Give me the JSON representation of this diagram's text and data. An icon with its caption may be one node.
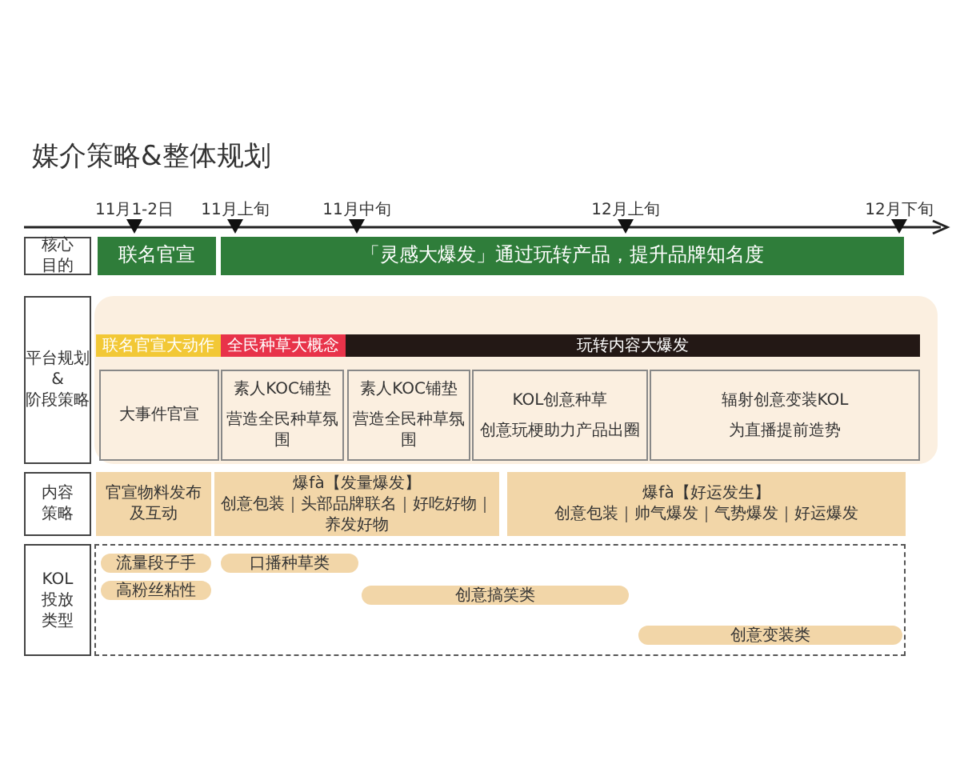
{
  "diagram": {
    "title": "媒介策略&整体规划",
    "nodes": [
      {
        "text": [
          "核心目的"
        ]
      },
      {
        "text": [
          "联名官宣"
        ]
      },
      {
        "text": [
          "「灵感大爆发」通过玩转产品，提升品牌知名度"
        ]
      },
      {
        "text": [
          "平台规划 & 阶段策略"
        ]
      },
      {
        "text": [],
        "shape": "box"
      },
      {
        "text": [
          "联名官宣大动作"
        ],
        "in": 4
      },
      {
        "text": [
          "全民种草大概念"
        ],
        "in": 4
      },
      {
        "text": [
          "玩转内容大爆发"
        ],
        "in": 4
      },
      {
        "text": [
          "大事件官宣"
        ],
        "in": 4
      },
      {
        "text": [
          "素人KOC铺垫",
          "营造全民种草氛围"
        ],
        "in": 4
      },
      {
        "text": [
          "素人KOC铺垫",
          "营造全民种草氛围"
        ],
        "in": 4
      },
      {
        "text": [
          "KOL创意种草",
          "创意玩梗助力产品出圈"
        ],
        "in": 4
      },
      {
        "text": [
          "辐射创意变装KOL",
          "为直播提前造势"
        ],
        "in": 4
      },
      {
        "text": [
          "内容策略"
        ]
      },
      {
        "text": [
          "官宣物料发布及互动"
        ]
      },
      {
        "text": [
          "爆fà【发量爆发】",
          "创意包装｜头部品牌联名｜好吃好物｜养发好物"
        ]
      },
      {
        "text": [
          "爆fà【好运发生】",
          "创意包装｜帅气爆发｜气势爆发｜好运爆发"
        ]
      },
      {
        "text": [
          "KOL投放类型"
        ]
      },
      {
        "text": [],
        "shape": "box"
      },
      {
        "text": [
          "流量段子手"
        ],
        "in": 18
      },
      {
        "text": [
          "口播种草类"
        ],
        "in": 18
      },
      {
        "text": [
          "高粉丝粘性"
        ],
        "in": 18
      },
      {
        "text": [
          "创意搞笑类"
        ],
        "in": 18
      },
      {
        "text": [
          "创意变装类"
        ],
        "in": 18
      }
    ],
    "labels": [
      "11月1-2日",
      "11月上旬",
      "11月中旬",
      "12月上旬",
      "12月下旬"
    ]
  }
}
